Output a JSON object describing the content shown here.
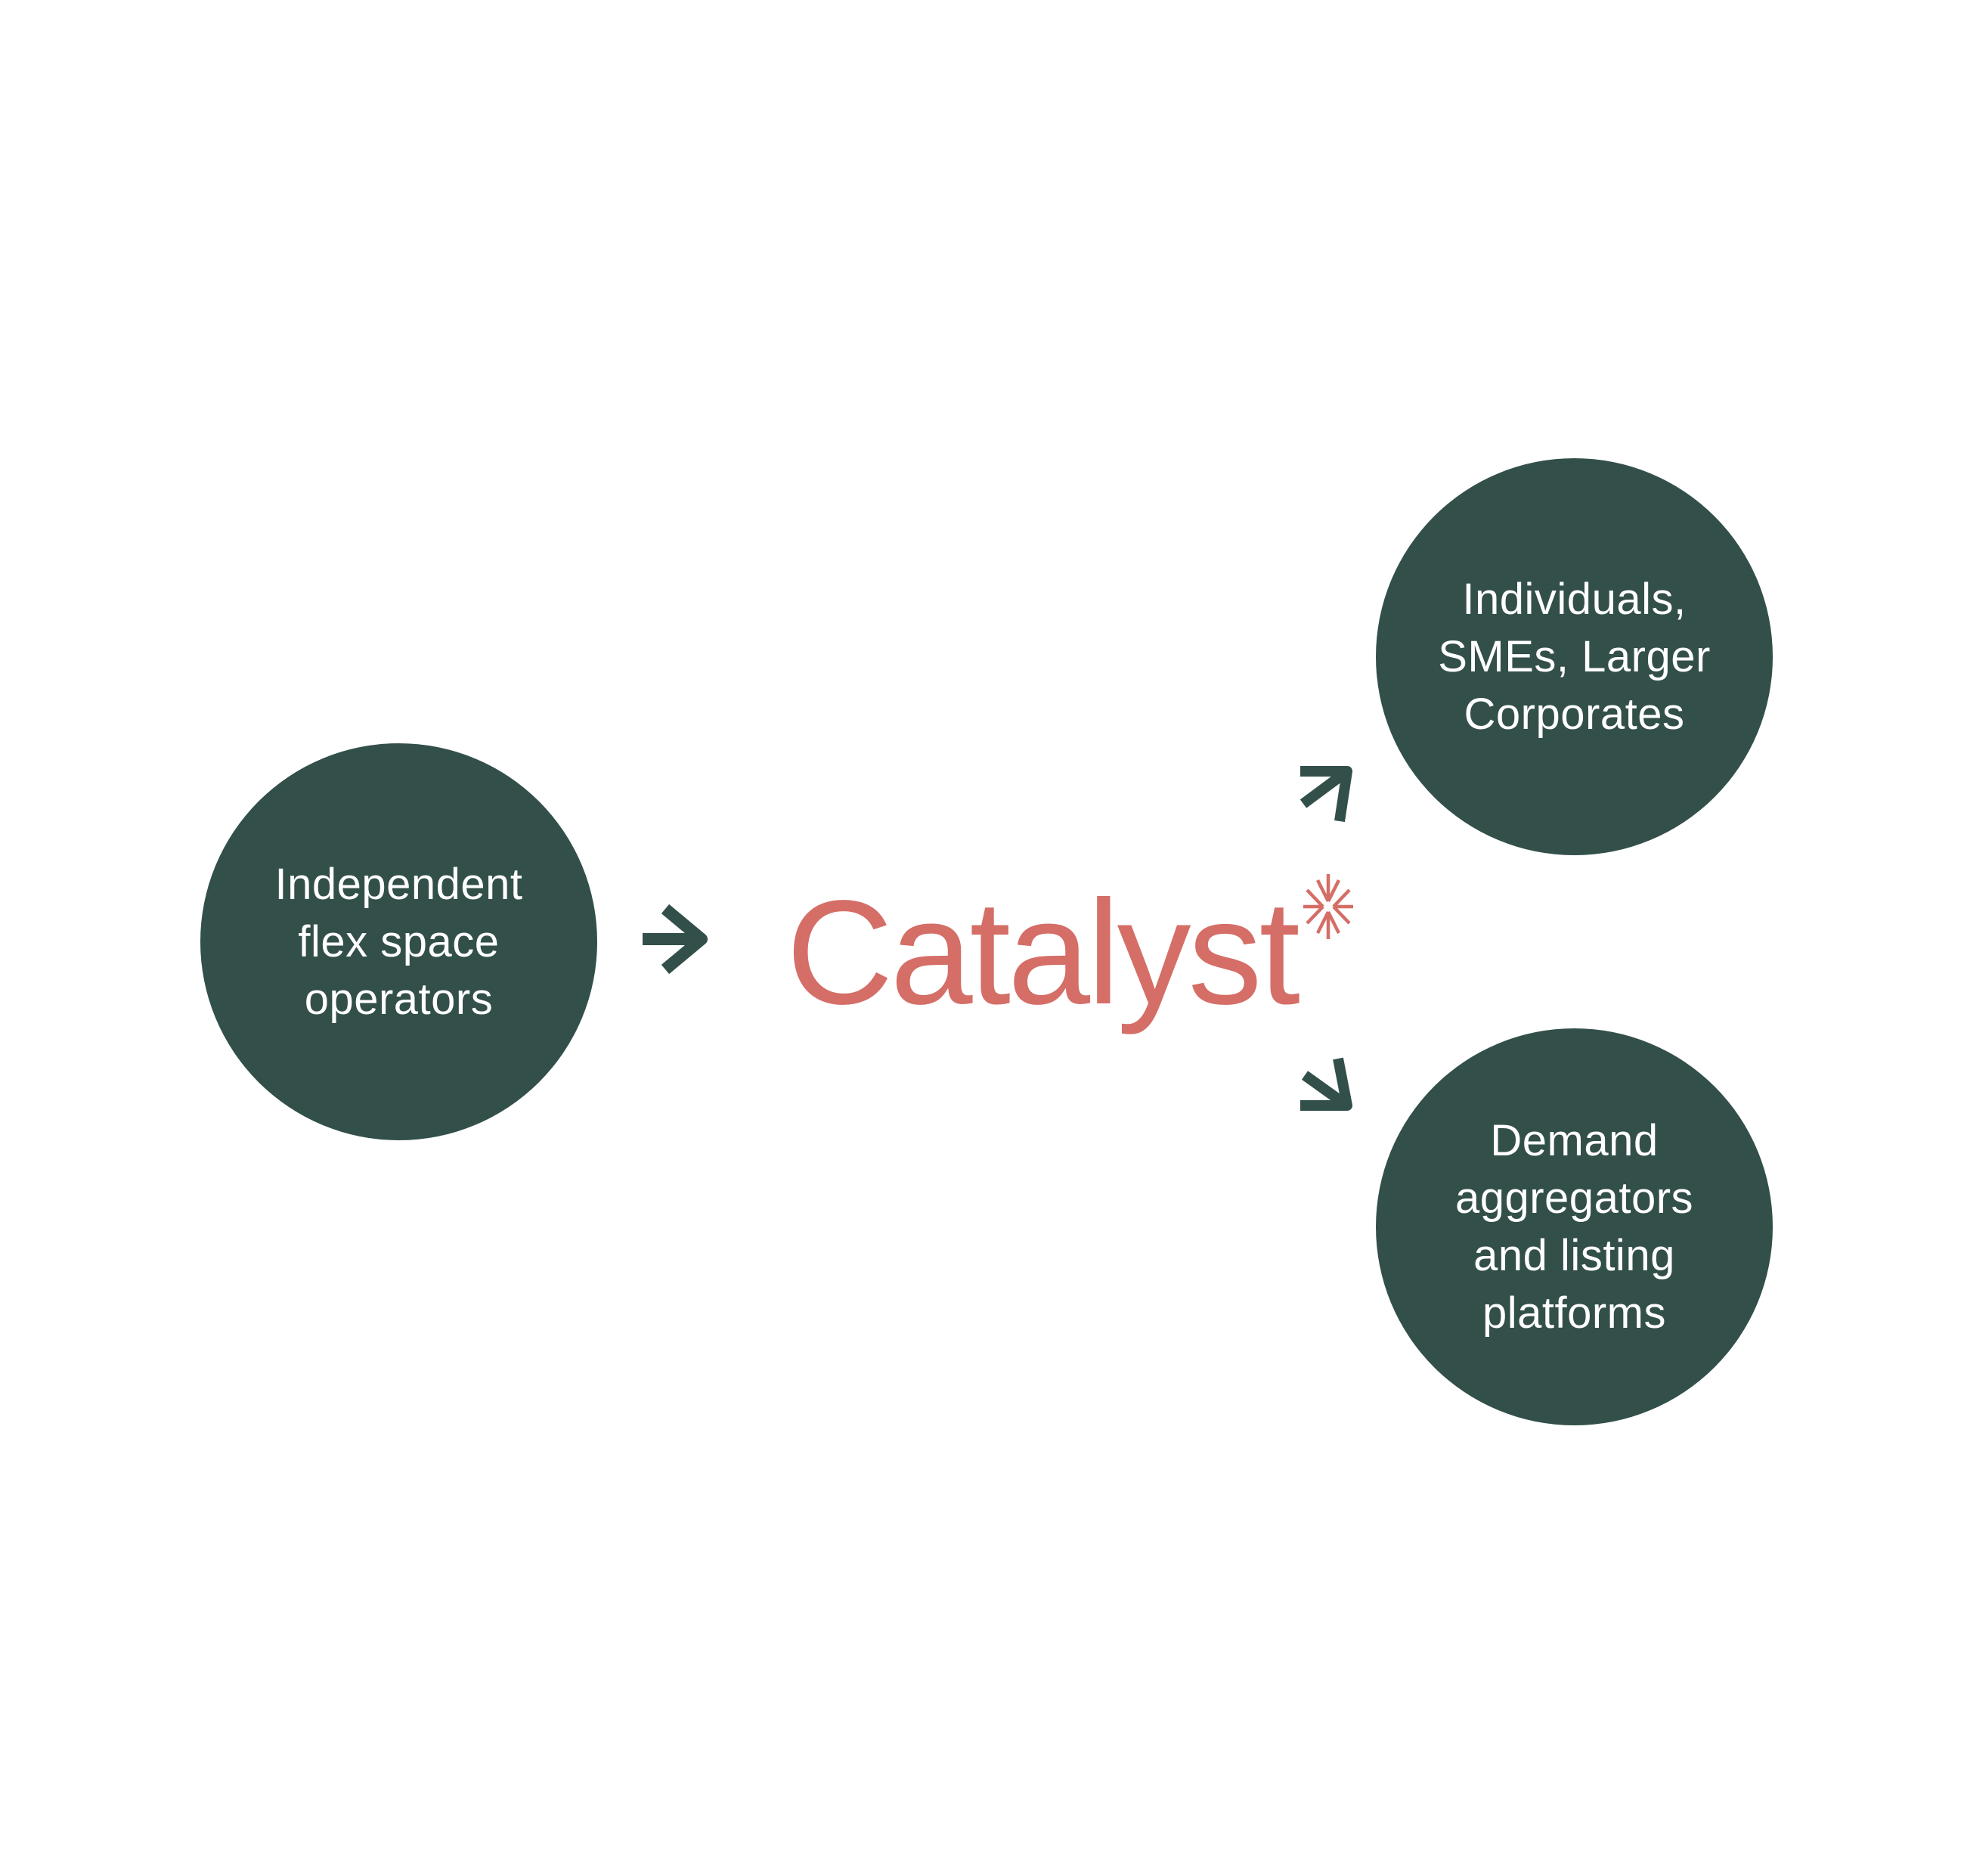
{
  "diagram": {
    "colors": {
      "node_fill": "#334f4a",
      "node_text": "#ffffff",
      "arrow": "#334f4a",
      "brand": "#d46e67",
      "background": "#ffffff"
    },
    "source": {
      "label": "Independent\nflex space\noperators"
    },
    "hub": {
      "brand_name": "Catalyst",
      "brand_mark": "asterisk-burst-icon"
    },
    "targets": [
      {
        "label": "Individuals,\nSMEs, Larger\nCorporates"
      },
      {
        "label": "Demand\naggregators\nand listing\nplatforms"
      }
    ],
    "edges": [
      {
        "from": "Independent flex space operators",
        "to": "Catalyst",
        "direction": "right"
      },
      {
        "from": "Catalyst",
        "to": "Individuals, SMEs, Larger Corporates",
        "direction": "up-right"
      },
      {
        "from": "Catalyst",
        "to": "Demand aggregators and listing platforms",
        "direction": "down-right"
      }
    ]
  }
}
